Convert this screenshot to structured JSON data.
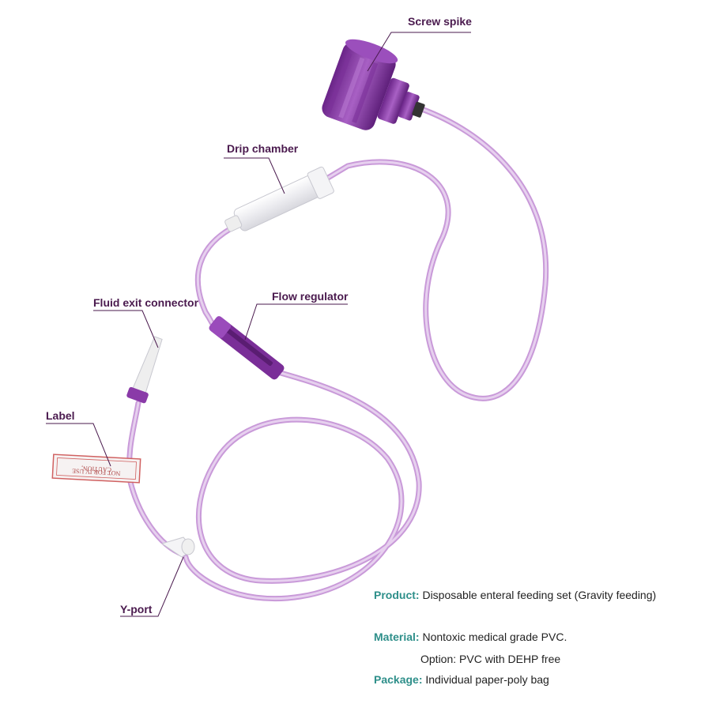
{
  "labels": {
    "screw_spike": "Screw spike",
    "drip_chamber": "Drip chamber",
    "flow_regulator": "Flow regulator",
    "fluid_exit_connector": "Fluid exit connector",
    "label": "Label",
    "y_port": "Y-port"
  },
  "tag_text": {
    "line1": "CAUTION,",
    "line2": "NOT FOR IV USE"
  },
  "specs": {
    "product_key": "Product:",
    "product_val": "Disposable enteral feeding set (Gravity feeding)",
    "material_key": "Material:",
    "material_val": "Nontoxic medical grade PVC.",
    "option_val": "Option: PVC with DEHP free",
    "package_key": "Package:",
    "package_val": "Individual paper-poly bag"
  },
  "colors": {
    "tube": "#d9b3e6",
    "spike": "#8a3aa8",
    "label_text": "#4a1a4e",
    "spec_key": "#2e8f8a"
  }
}
